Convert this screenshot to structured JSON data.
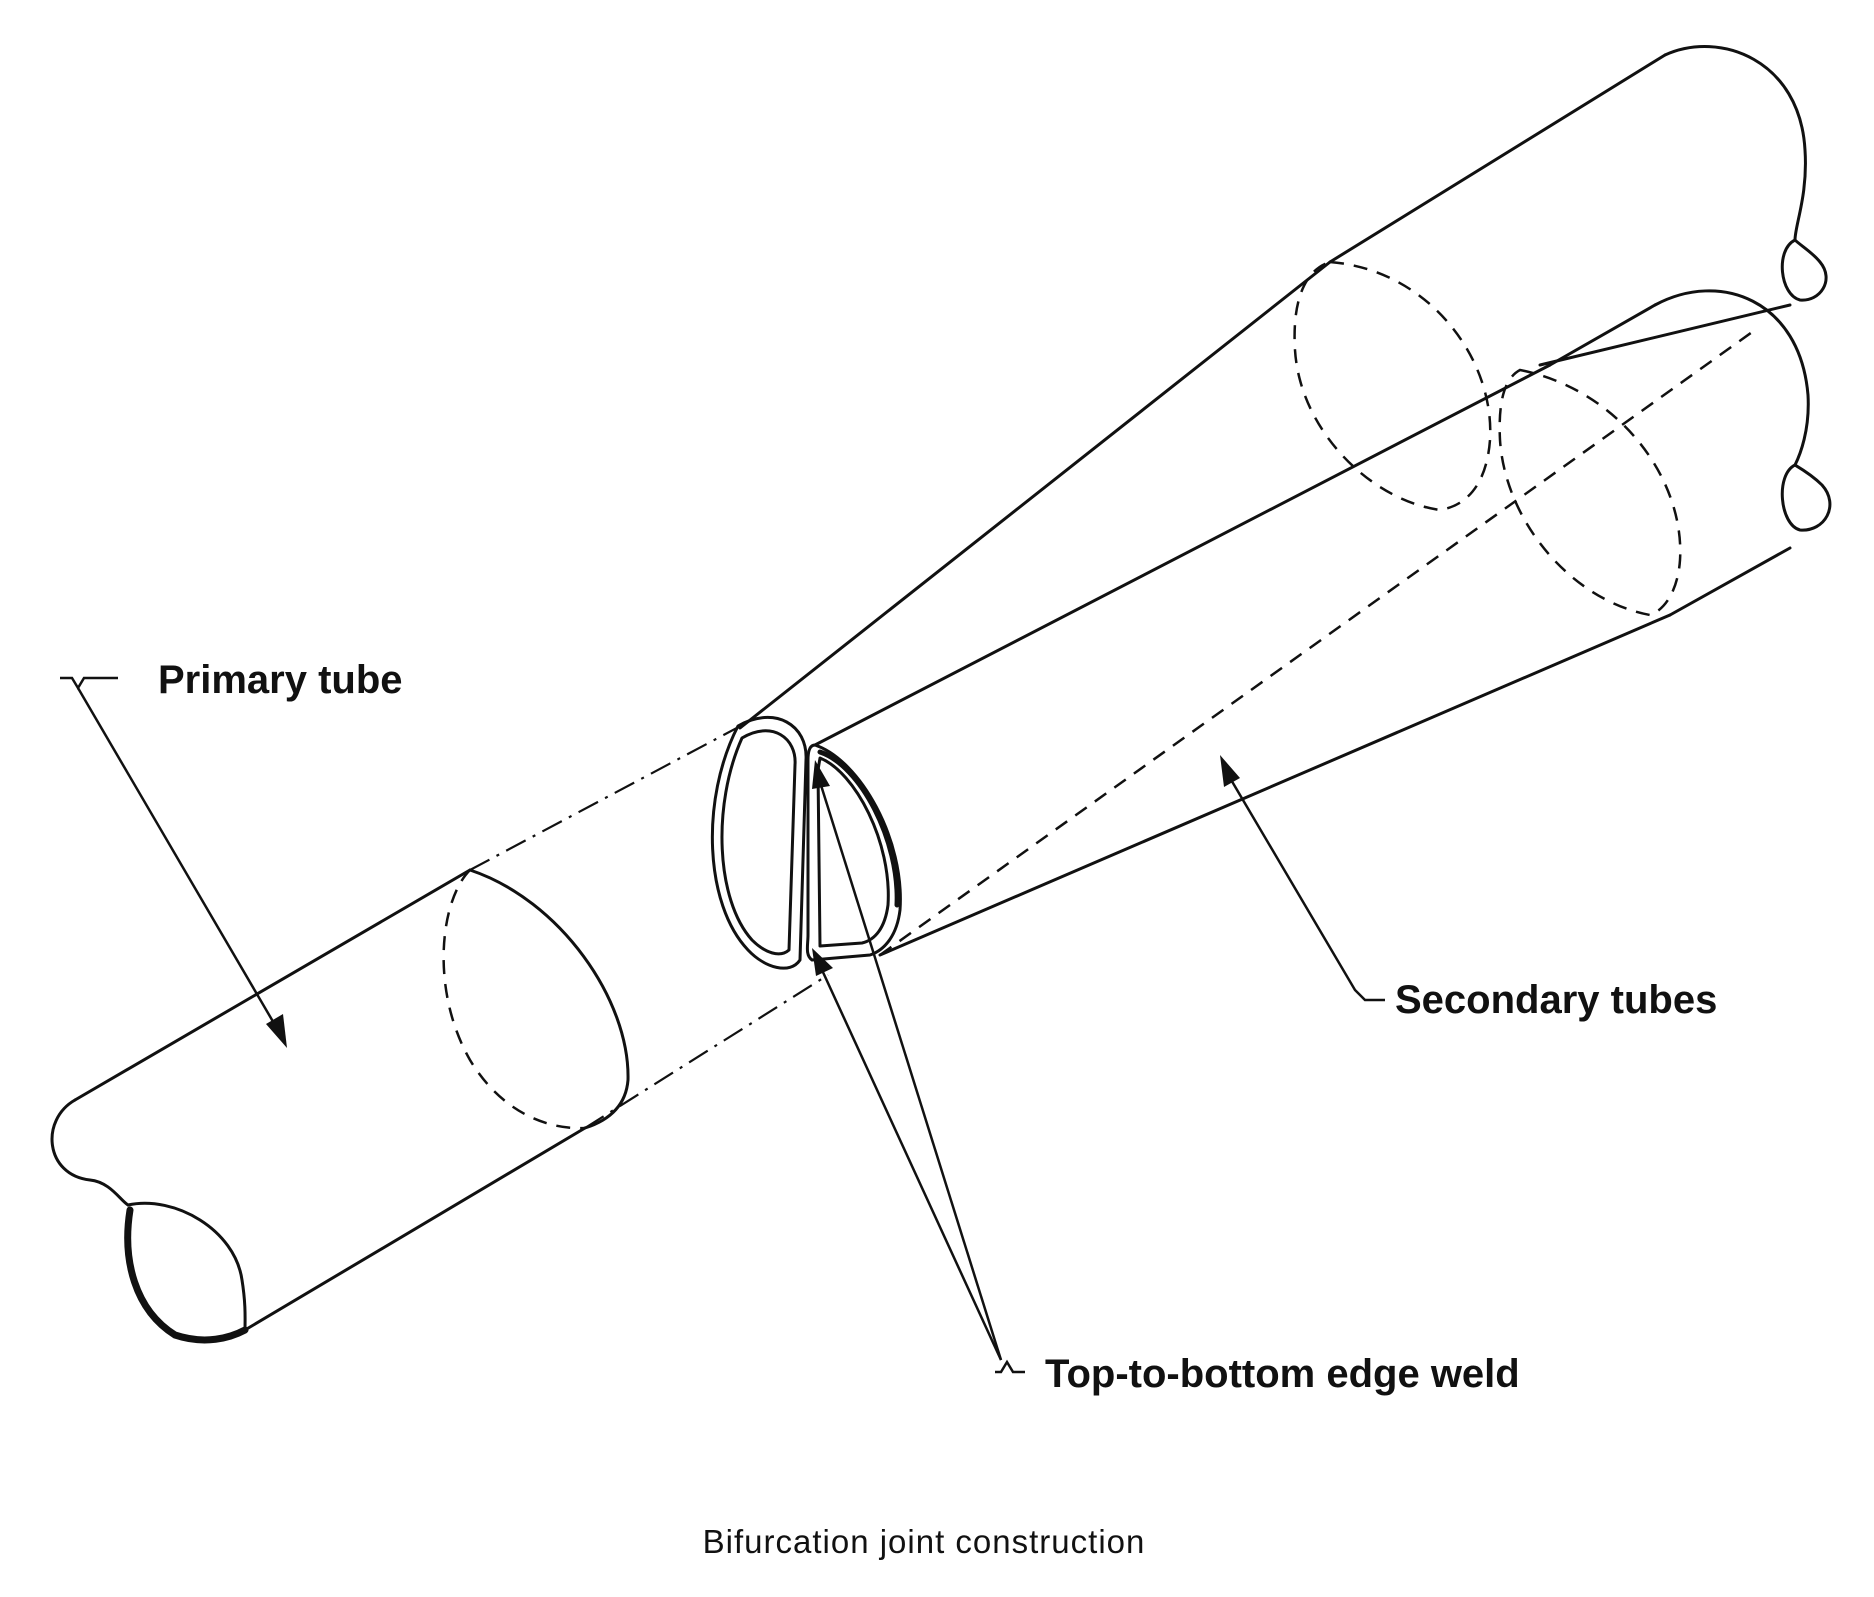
{
  "labels": {
    "primary_tube": "Primary tube",
    "secondary_tubes": "Secondary tubes",
    "edge_weld": "Top-to-bottom edge weld"
  },
  "caption": "Bifurcation joint construction",
  "colors": {
    "line": "#111111",
    "background": "#ffffff"
  }
}
